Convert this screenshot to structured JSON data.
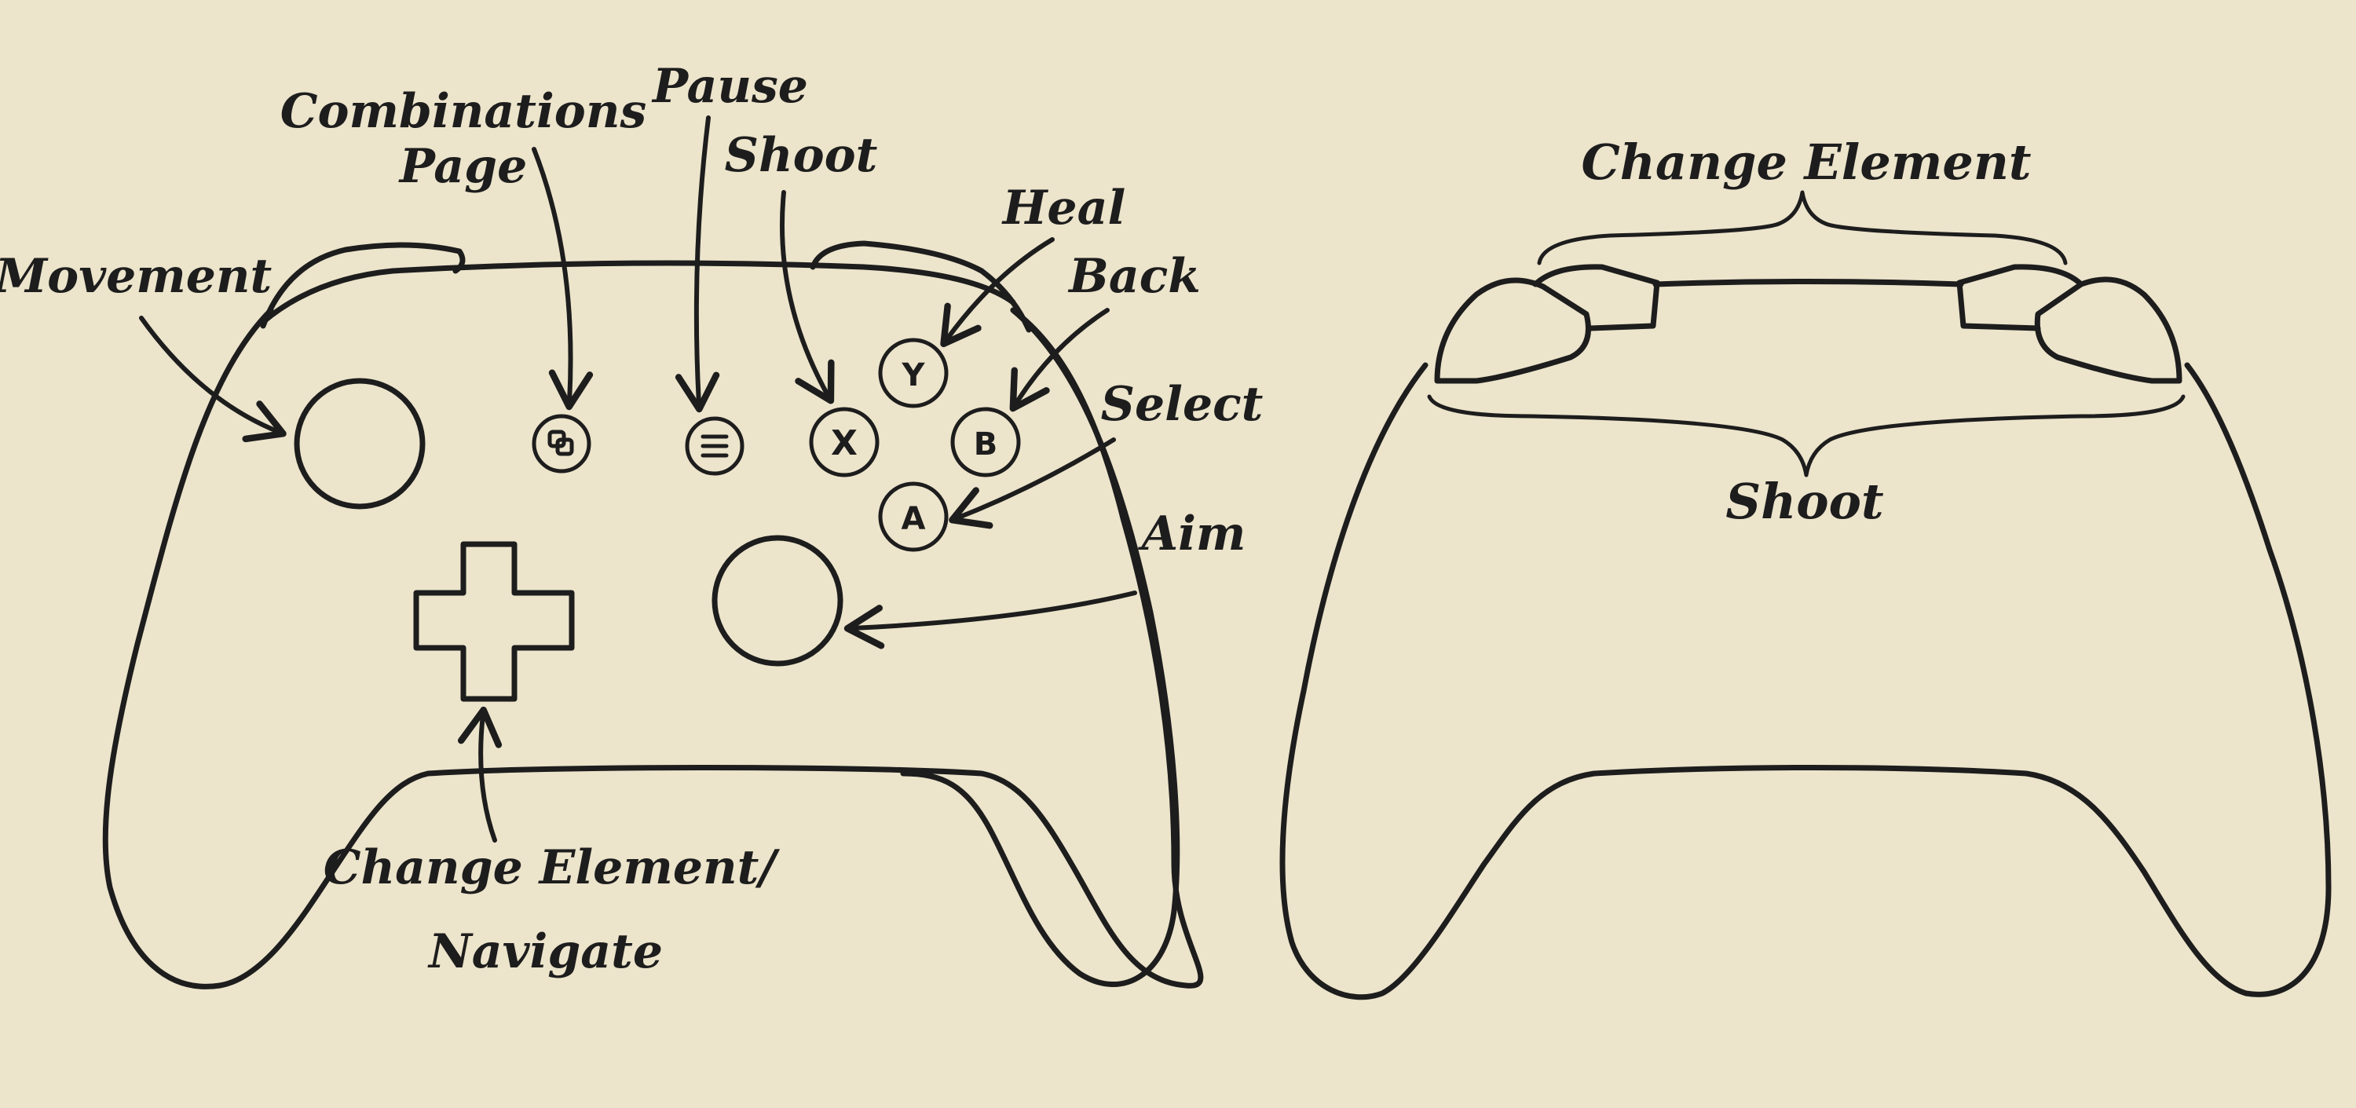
{
  "labels": {
    "combinations_page": [
      "Combinations",
      "Page"
    ],
    "pause": "Pause",
    "shoot": "Shoot",
    "movement": "Movement",
    "heal": "Heal",
    "back": "Back",
    "select": "Select",
    "aim": "Aim",
    "change_element_navigate": [
      "Change Element/",
      "Navigate"
    ],
    "change_element_back": "Change Element",
    "shoot_back": "Shoot"
  },
  "buttons": {
    "x": "X",
    "y": "Y",
    "a": "A",
    "b": "B"
  },
  "icons": {
    "view": "view-icon",
    "menu": "menu-icon"
  },
  "colors": {
    "background": "#ECE4CB",
    "ink": "#1d1d1d"
  }
}
